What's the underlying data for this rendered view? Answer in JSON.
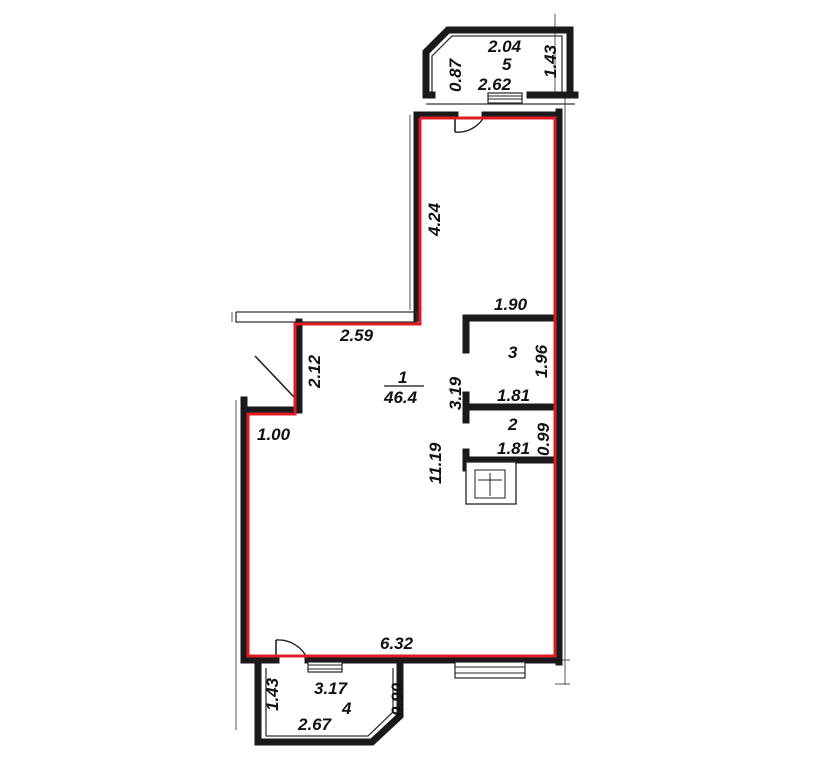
{
  "plan": {
    "outline_color": "#e01b24",
    "wall_color": "#1a1a1a",
    "rooms": [
      {
        "number": "1",
        "area": "46.4"
      },
      {
        "number": "2"
      },
      {
        "number": "3"
      },
      {
        "number": "4"
      },
      {
        "number": "5"
      }
    ],
    "dimensions": {
      "balcony_top_width": "2.04",
      "balcony_top_depth": "1.43",
      "balcony_top_side": "0.87",
      "balcony_top_inner": "2.62",
      "main_upper_height": "4.24",
      "step_width": "2.59",
      "step_height": "2.12",
      "entry_width": "1.00",
      "main_height": "11.19",
      "main_inner_height": "3.19",
      "room3_width": "1.90",
      "room3_height": "1.96",
      "room2_top_width": "1.81",
      "room2_bottom_width": "1.81",
      "room2_height": "0.99",
      "bottom_width": "6.32",
      "balcony_bottom_inner": "3.17",
      "balcony_bottom_side": "0.90",
      "balcony_bottom_depth": "1.43",
      "balcony_bottom_width": "2.67"
    }
  }
}
